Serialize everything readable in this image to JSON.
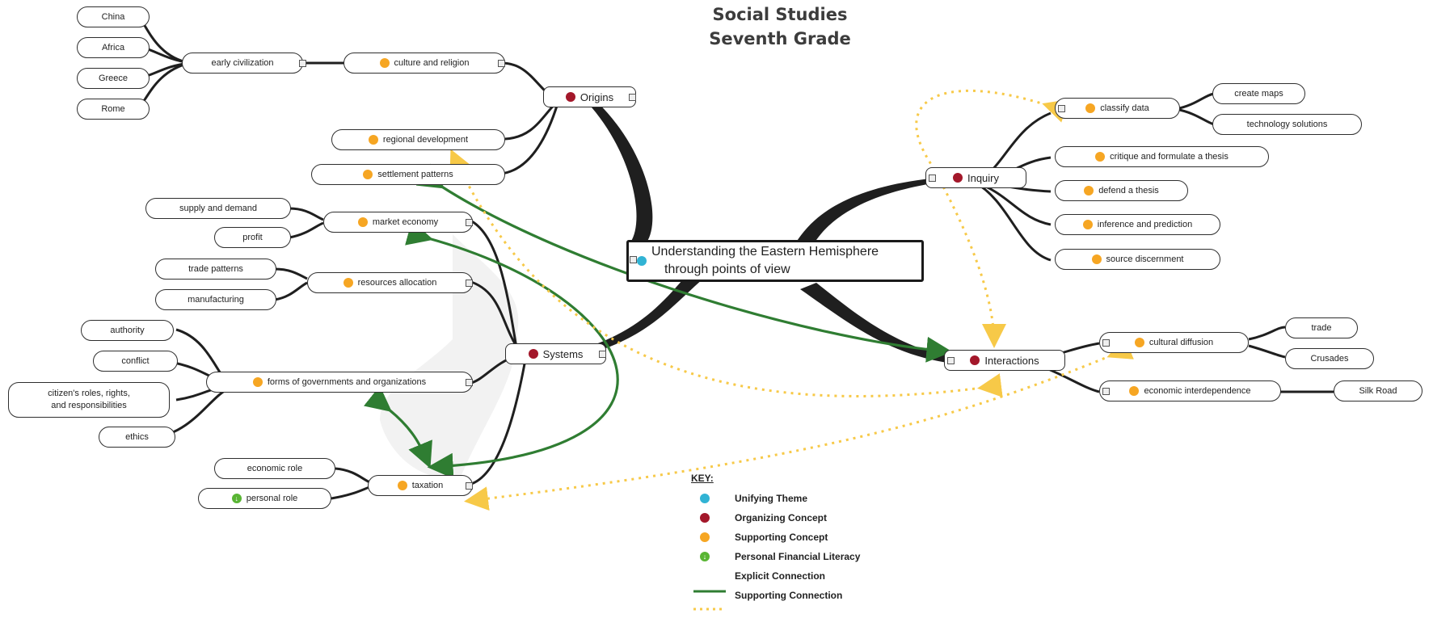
{
  "title": {
    "line1": "Social Studies",
    "line2": "Seventh Grade"
  },
  "center": {
    "line1": "Understanding the Eastern Hemisphere",
    "line2": "through points of view"
  },
  "nodes": {
    "china": "China",
    "africa": "Africa",
    "greece": "Greece",
    "rome": "Rome",
    "early_civ": "early civilization",
    "culture": "culture and religion",
    "origins": "Origins",
    "regional": "regional development",
    "settlement": "settlement patterns",
    "supply": "supply and demand",
    "profit": "profit",
    "market": "market economy",
    "trade_patterns": "trade patterns",
    "manufacturing": "manufacturing",
    "resources": "resources allocation",
    "authority": "authority",
    "conflict": "conflict",
    "citizens_line1": "citizen's roles, rights,",
    "citizens_line2": "and responsibilities",
    "ethics": "ethics",
    "forms": "forms of governments and organizations",
    "systems": "Systems",
    "economic_role": "economic role",
    "personal_role": "personal role",
    "taxation": "taxation",
    "inquiry": "Inquiry",
    "classify": "classify data",
    "create_maps": "create maps",
    "technology": "technology solutions",
    "critique": "critique and formulate a thesis",
    "defend": "defend a thesis",
    "inference": "inference and prediction",
    "source": "source discernment",
    "interactions": "Interactions",
    "cultural": "cultural diffusion",
    "trade": "trade",
    "crusades": "Crusades",
    "economic_inter": "economic interdependence",
    "silk_road": "Silk Road"
  },
  "key": {
    "heading": "KEY:",
    "unifying": "Unifying Theme",
    "organizing": "Organizing Concept",
    "supporting": "Supporting Concept",
    "pfl": "Personal Financial Literacy",
    "explicit": "Explicit Connection",
    "supporting_conn": "Supporting Connection"
  },
  "colors": {
    "unifying": "#31b3d4",
    "organizing": "#a3172a",
    "supporting": "#f6a623",
    "pfl": "#59b534",
    "explicit": "#2f7d32",
    "supporting_connection": "#f7c948",
    "branch": "#1f1f1f"
  }
}
